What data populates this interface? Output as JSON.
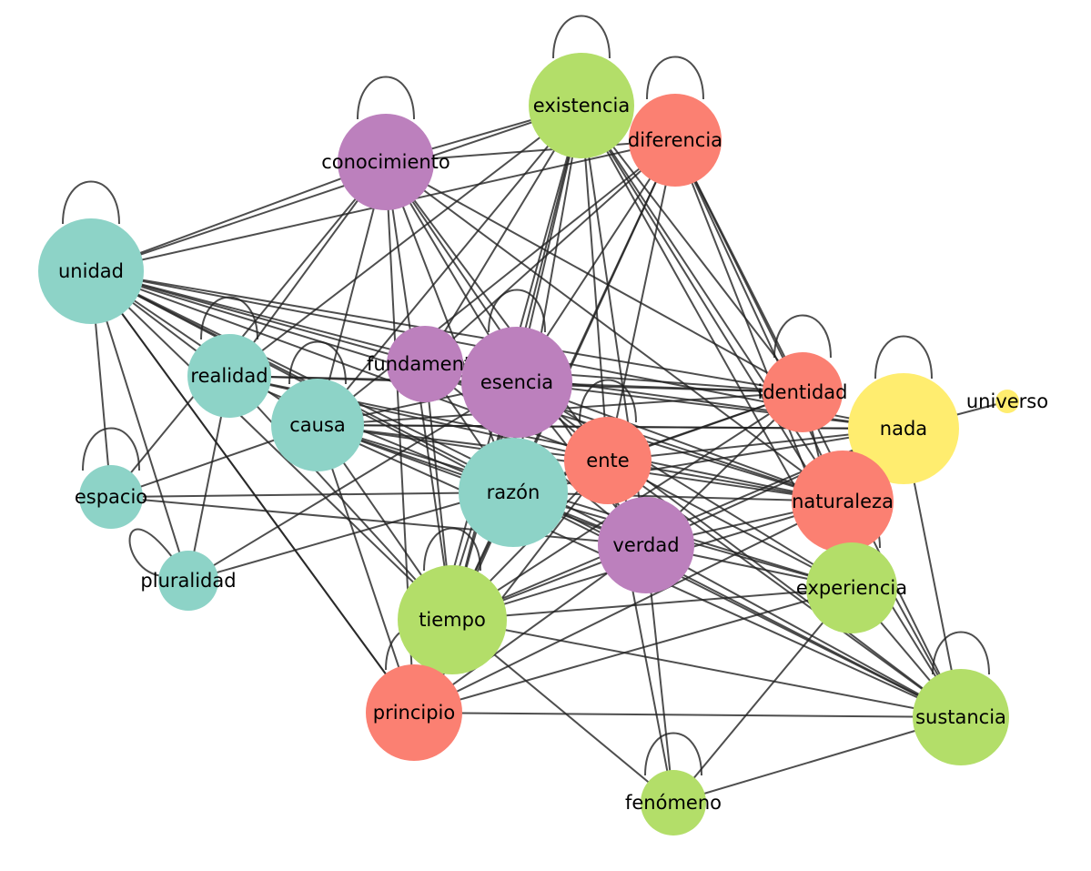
{
  "colors": {
    "teal": "#8dd3c7",
    "purple": "#bc80bd",
    "salmon": "#fb8072",
    "green": "#b3de69",
    "yellow": "#ffed6f",
    "edge": "#222222"
  },
  "nodes": [
    {
      "id": "existencia",
      "label": "existencia",
      "group": "green",
      "self_loop": true
    },
    {
      "id": "diferencia",
      "label": "diferencia",
      "group": "salmon",
      "self_loop": true
    },
    {
      "id": "conocimiento",
      "label": "conocimiento",
      "group": "purple",
      "self_loop": true
    },
    {
      "id": "unidad",
      "label": "unidad",
      "group": "teal",
      "self_loop": true
    },
    {
      "id": "realidad",
      "label": "realidad",
      "group": "teal",
      "self_loop": true
    },
    {
      "id": "fundamento",
      "label": "fundamento",
      "group": "purple",
      "self_loop": false
    },
    {
      "id": "esencia",
      "label": "esencia",
      "group": "purple",
      "self_loop": true
    },
    {
      "id": "causa",
      "label": "causa",
      "group": "teal",
      "self_loop": true
    },
    {
      "id": "identidad",
      "label": "identidad",
      "group": "salmon",
      "self_loop": true
    },
    {
      "id": "nada",
      "label": "nada",
      "group": "yellow",
      "self_loop": true
    },
    {
      "id": "universo",
      "label": "universo",
      "group": "yellow",
      "self_loop": false
    },
    {
      "id": "espacio",
      "label": "espacio",
      "group": "teal",
      "self_loop": true
    },
    {
      "id": "ente",
      "label": "ente",
      "group": "salmon",
      "self_loop": true
    },
    {
      "id": "razon",
      "label": "razón",
      "group": "teal",
      "self_loop": false
    },
    {
      "id": "naturaleza",
      "label": "naturaleza",
      "group": "salmon",
      "self_loop": false
    },
    {
      "id": "verdad",
      "label": "verdad",
      "group": "purple",
      "self_loop": false
    },
    {
      "id": "pluralidad",
      "label": "pluralidad",
      "group": "teal",
      "self_loop": true
    },
    {
      "id": "experiencia",
      "label": "experiencia",
      "group": "green",
      "self_loop": true
    },
    {
      "id": "tiempo",
      "label": "tiempo",
      "group": "green",
      "self_loop": true
    },
    {
      "id": "principio",
      "label": "principio",
      "group": "salmon",
      "self_loop": true
    },
    {
      "id": "sustancia",
      "label": "sustancia",
      "group": "green",
      "self_loop": true
    },
    {
      "id": "fenomeno",
      "label": "fenómeno",
      "group": "green",
      "self_loop": true
    }
  ],
  "edges": [
    [
      "existencia",
      "conocimiento"
    ],
    [
      "existencia",
      "unidad"
    ],
    [
      "existencia",
      "realidad"
    ],
    [
      "existencia",
      "causa"
    ],
    [
      "existencia",
      "fundamento"
    ],
    [
      "existencia",
      "esencia"
    ],
    [
      "existencia",
      "razon"
    ],
    [
      "existencia",
      "ente"
    ],
    [
      "existencia",
      "tiempo"
    ],
    [
      "existencia",
      "verdad"
    ],
    [
      "existencia",
      "naturaleza"
    ],
    [
      "existencia",
      "identidad"
    ],
    [
      "existencia",
      "experiencia"
    ],
    [
      "existencia",
      "sustancia"
    ],
    [
      "existencia",
      "principio"
    ],
    [
      "diferencia",
      "conocimiento"
    ],
    [
      "diferencia",
      "unidad"
    ],
    [
      "diferencia",
      "causa"
    ],
    [
      "diferencia",
      "esencia"
    ],
    [
      "diferencia",
      "razon"
    ],
    [
      "diferencia",
      "tiempo"
    ],
    [
      "diferencia",
      "naturaleza"
    ],
    [
      "diferencia",
      "identidad"
    ],
    [
      "diferencia",
      "experiencia"
    ],
    [
      "diferencia",
      "sustancia"
    ],
    [
      "diferencia",
      "ente"
    ],
    [
      "diferencia",
      "fundamento"
    ],
    [
      "conocimiento",
      "unidad"
    ],
    [
      "conocimiento",
      "realidad"
    ],
    [
      "conocimiento",
      "causa"
    ],
    [
      "conocimiento",
      "esencia"
    ],
    [
      "conocimiento",
      "razon"
    ],
    [
      "conocimiento",
      "tiempo"
    ],
    [
      "conocimiento",
      "verdad"
    ],
    [
      "conocimiento",
      "naturaleza"
    ],
    [
      "conocimiento",
      "identidad"
    ],
    [
      "conocimiento",
      "ente"
    ],
    [
      "conocimiento",
      "principio"
    ],
    [
      "conocimiento",
      "espacio"
    ],
    [
      "unidad",
      "espacio"
    ],
    [
      "unidad",
      "pluralidad"
    ],
    [
      "unidad",
      "realidad"
    ],
    [
      "unidad",
      "causa"
    ],
    [
      "unidad",
      "fundamento"
    ],
    [
      "unidad",
      "esencia"
    ],
    [
      "unidad",
      "razon"
    ],
    [
      "unidad",
      "ente"
    ],
    [
      "unidad",
      "verdad"
    ],
    [
      "unidad",
      "identidad"
    ],
    [
      "unidad",
      "nada"
    ],
    [
      "unidad",
      "naturaleza"
    ],
    [
      "unidad",
      "tiempo"
    ],
    [
      "unidad",
      "principio"
    ],
    [
      "unidad",
      "sustancia"
    ],
    [
      "realidad",
      "esencia"
    ],
    [
      "realidad",
      "razon"
    ],
    [
      "realidad",
      "ente"
    ],
    [
      "realidad",
      "tiempo"
    ],
    [
      "realidad",
      "pluralidad"
    ],
    [
      "realidad",
      "naturaleza"
    ],
    [
      "realidad",
      "identidad"
    ],
    [
      "causa",
      "esencia"
    ],
    [
      "causa",
      "razon"
    ],
    [
      "causa",
      "ente"
    ],
    [
      "causa",
      "verdad"
    ],
    [
      "causa",
      "tiempo"
    ],
    [
      "causa",
      "principio"
    ],
    [
      "causa",
      "naturaleza"
    ],
    [
      "causa",
      "identidad"
    ],
    [
      "causa",
      "nada"
    ],
    [
      "causa",
      "experiencia"
    ],
    [
      "causa",
      "sustancia"
    ],
    [
      "fundamento",
      "razon"
    ],
    [
      "fundamento",
      "tiempo"
    ],
    [
      "fundamento",
      "verdad"
    ],
    [
      "fundamento",
      "naturaleza"
    ],
    [
      "fundamento",
      "identidad"
    ],
    [
      "fundamento",
      "nada"
    ],
    [
      "esencia",
      "razon"
    ],
    [
      "esencia",
      "tiempo"
    ],
    [
      "esencia",
      "ente"
    ],
    [
      "esencia",
      "verdad"
    ],
    [
      "esencia",
      "naturaleza"
    ],
    [
      "esencia",
      "identidad"
    ],
    [
      "esencia",
      "nada"
    ],
    [
      "esencia",
      "experiencia"
    ],
    [
      "esencia",
      "sustancia"
    ],
    [
      "esencia",
      "principio"
    ],
    [
      "identidad",
      "razon"
    ],
    [
      "identidad",
      "ente"
    ],
    [
      "identidad",
      "verdad"
    ],
    [
      "identidad",
      "tiempo"
    ],
    [
      "identidad",
      "experiencia"
    ],
    [
      "nada",
      "universo"
    ],
    [
      "nada",
      "razon"
    ],
    [
      "nada",
      "ente"
    ],
    [
      "nada",
      "tiempo"
    ],
    [
      "nada",
      "verdad"
    ],
    [
      "nada",
      "sustancia"
    ],
    [
      "nada",
      "causa"
    ],
    [
      "espacio",
      "razon"
    ],
    [
      "espacio",
      "verdad"
    ],
    [
      "espacio",
      "causa"
    ],
    [
      "pluralidad",
      "esencia"
    ],
    [
      "pluralidad",
      "ente"
    ],
    [
      "ente",
      "razon"
    ],
    [
      "ente",
      "tiempo"
    ],
    [
      "ente",
      "verdad"
    ],
    [
      "ente",
      "naturaleza"
    ],
    [
      "ente",
      "experiencia"
    ],
    [
      "ente",
      "sustancia"
    ],
    [
      "ente",
      "principio"
    ],
    [
      "ente",
      "fenomeno"
    ],
    [
      "razon",
      "tiempo"
    ],
    [
      "razon",
      "verdad"
    ],
    [
      "razon",
      "naturaleza"
    ],
    [
      "razon",
      "experiencia"
    ],
    [
      "razon",
      "sustancia"
    ],
    [
      "razon",
      "principio"
    ],
    [
      "naturaleza",
      "tiempo"
    ],
    [
      "naturaleza",
      "verdad"
    ],
    [
      "naturaleza",
      "experiencia"
    ],
    [
      "naturaleza",
      "sustancia"
    ],
    [
      "naturaleza",
      "principio"
    ],
    [
      "verdad",
      "tiempo"
    ],
    [
      "verdad",
      "experiencia"
    ],
    [
      "verdad",
      "sustancia"
    ],
    [
      "verdad",
      "fenomeno"
    ],
    [
      "verdad",
      "principio"
    ],
    [
      "experiencia",
      "tiempo"
    ],
    [
      "experiencia",
      "sustancia"
    ],
    [
      "experiencia",
      "fenomeno"
    ],
    [
      "experiencia",
      "principio"
    ],
    [
      "tiempo",
      "principio"
    ],
    [
      "tiempo",
      "sustancia"
    ],
    [
      "tiempo",
      "fenomeno"
    ],
    [
      "principio",
      "sustancia"
    ],
    [
      "principio",
      "unidad"
    ],
    [
      "sustancia",
      "fenomeno"
    ]
  ]
}
